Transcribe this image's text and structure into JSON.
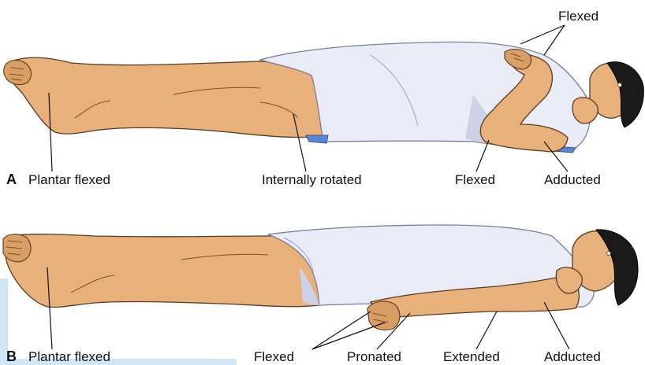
{
  "panel_a": {
    "letter": "A",
    "labels": {
      "plantar_flexed": "Plantar flexed",
      "internally_rotated": "Internally rotated",
      "flexed_elbow": "Flexed",
      "adducted": "Adducted",
      "flexed_wrist": "Flexed"
    }
  },
  "panel_b": {
    "letter": "B",
    "labels": {
      "plantar_flexed": "Plantar flexed",
      "flexed": "Flexed",
      "pronated": "Pronated",
      "extended": "Extended",
      "adducted": "Adducted"
    }
  },
  "colors": {
    "skin": "#e8b07a",
    "sheet": "#e9ecf7",
    "sheet_hem": "#5b87cf",
    "hair": "#1a1a1a",
    "corner_watermark": "#cfe6f7"
  }
}
